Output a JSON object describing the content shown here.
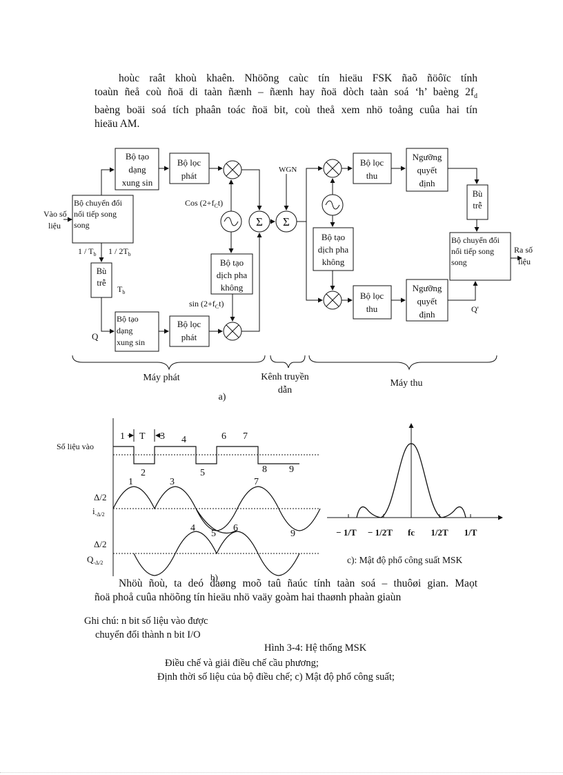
{
  "paragraph1": {
    "line1": "hoùc raât khoù khaên. Nhöõng caùc tín hieäu FSK ñaõ ñöôïc tính",
    "line2": "toaùn ñeå coù ñoä di taàn ñænh – ñænh hay ñoä dòch taàn soá ‘h’ baèng 2f",
    "line2_sub": "d",
    "line3": "baèng boäi soá tích phaân toác ñoä bit, coù theå xem nhö toång cuûa hai tín",
    "line4": "hieäu AM."
  },
  "diagram_a": {
    "blocks": {
      "sin_shaper_top": [
        "Bộ tạo",
        "dạng",
        "xung sin"
      ],
      "lpf_top": [
        "Bộ lọc",
        "phát"
      ],
      "sp_converter": [
        "Bộ chuyển đổi",
        "nối tiếp song",
        "song"
      ],
      "delay_tx": [
        "Bù",
        "trễ"
      ],
      "sin_shaper_bottom": [
        "Bộ tạo",
        "dạng",
        "xung sin"
      ],
      "lpf_bottom": [
        "Bộ lọc",
        "phát"
      ],
      "phase_shift_tx": [
        "Bộ tạo",
        "dịch pha",
        "không"
      ],
      "phase_shift_rx": [
        "Bộ tạo",
        "dịch pha",
        "không"
      ],
      "lpf_rx_top": [
        "Bộ lọc",
        "thu"
      ],
      "lpf_rx_bottom": [
        "Bộ lọc",
        "thu"
      ],
      "threshold_top": [
        "Ngưỡng",
        "quyết",
        "định"
      ],
      "threshold_bottom": [
        "Ngưỡng",
        "quyết",
        "định"
      ],
      "delay_rx": [
        "Bù",
        "trễ"
      ],
      "ps_converter": [
        "Bộ chuyển đổi",
        "nối tiếp song",
        "song"
      ]
    },
    "labels": {
      "input": [
        "Vào số",
        "liệu"
      ],
      "output": [
        "Ra số",
        "liệu"
      ],
      "wgn": "WGN",
      "cos": "Cos (2+f",
      "cos_sub": "C",
      "cos_tail": "t)",
      "sin": "sin (2+f",
      "sin_sub": "C",
      "sin_tail": "t)",
      "rate1": "1 / T",
      "rate1_sub": "b",
      "rate2": "1 / 2T",
      "rate2_sub": "b",
      "tb": "T",
      "tb_sub": "b",
      "q": "Q",
      "qprime": "Q'",
      "sum": "Σ",
      "transmitter": "Máy phát",
      "channel": [
        "Kênh truyền",
        "dẫn"
      ],
      "receiver": "Máy thu",
      "caption": "a)"
    }
  },
  "timing_b": {
    "data_label": "Số liệu vào",
    "numbers_top": [
      "1",
      "T",
      "3",
      "4",
      "6",
      "7"
    ],
    "numbers_bottom": [
      "2",
      "5",
      "8",
      "9"
    ],
    "i_label": "i",
    "i_sub": "-Δ/2",
    "q_label": "Q",
    "q_sub": "-Δ/2",
    "delta": "Δ/2",
    "i_peaks": [
      "1",
      "3",
      "7"
    ],
    "q_peaks": [
      "4",
      "5",
      "6",
      "9"
    ]
  },
  "spectrum_c": {
    "tick_labels": [
      "− 1/T",
      "− 1/2T",
      "fc",
      "1/2T",
      "1/T"
    ],
    "caption": "c):  Mật độ phổ công suất MSK"
  },
  "paragraph2": {
    "line1": "Nhöù ñoù, ta deó daøng moõ taû ñaúc tính taàn soá – thuôøi gian. Maọt",
    "line2": "ñoä phoå cuûa nhöõng tín hieäu nhö vaäy goàm hai thaønh phaàn giaùn"
  },
  "notes": {
    "note1": "Ghi chú: n bit số liệu vào được",
    "note2": "chuyển đổi thành n bit I/O",
    "fig_title": "Hình 3-4: Hệ thống MSK",
    "fig_a": "Điều chế và giải điều chế cầu phương;",
    "fig_bc": "Định thời số liệu của bộ điều chế; c) Mật độ phổ công suất;",
    "overlap_b": "b)"
  }
}
